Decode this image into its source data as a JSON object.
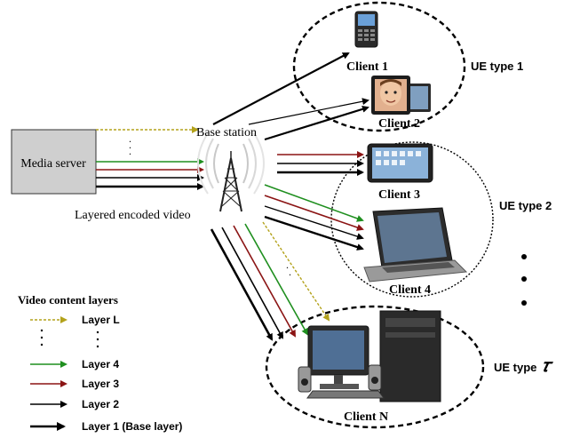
{
  "media_server": {
    "label": "Media server"
  },
  "base_station": {
    "label": "Base station"
  },
  "video_label": "Layered encoded video",
  "clients": [
    {
      "label": "Client 1",
      "device": "mobile-phone-icon"
    },
    {
      "label": "Client 2",
      "device": "tablet-photo-icon"
    },
    {
      "label": "Client 3",
      "device": "tablet-icon"
    },
    {
      "label": "Client 4",
      "device": "laptop-icon"
    },
    {
      "label": "Client N",
      "device": "desktop-computer-icon"
    }
  ],
  "ue_types": {
    "type1": "UE type 1",
    "type2": "UE type 2",
    "typeT_prefix": "UE type",
    "typeT_symbol": "𝜏"
  },
  "legend": {
    "title": "Video content layers",
    "layer_L": "Layer L",
    "layer_4": "Layer 4",
    "layer_3": "Layer 3",
    "layer_2": "Layer 2",
    "layer_1": "Layer 1 (Base layer)"
  },
  "colors": {
    "layer_L": "#b3a21b",
    "layer_4": "#1f8f1f",
    "layer_3": "#8b1414",
    "layer_2": "#000000",
    "layer_1": "#000000",
    "server_fill": "#cfcfcf"
  }
}
